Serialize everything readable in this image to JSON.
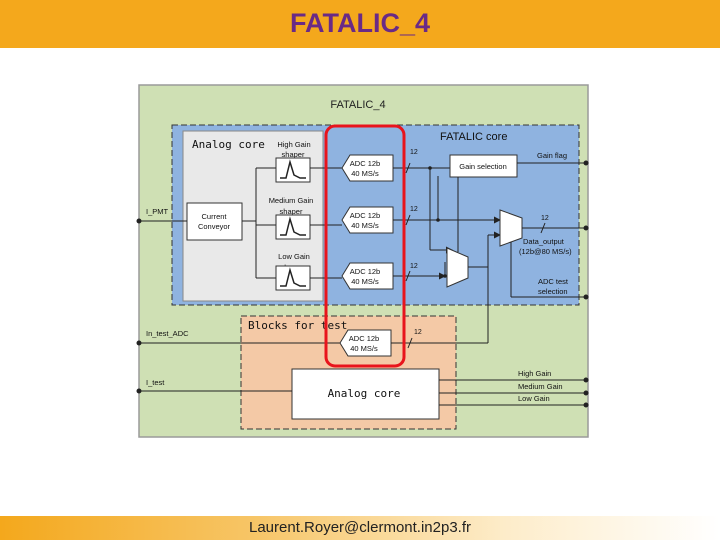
{
  "slide": {
    "title": "FATALIC_4",
    "footer": "Laurent.Royer@clermont.in2p3.fr"
  },
  "diagram": {
    "chip_title": "FATALIC_4",
    "fatalic_core_label": "FATALIC core",
    "analog_core_label": "Analog core",
    "blocks_for_test_label": "Blocks for test",
    "shapers": [
      {
        "gain": "High Gain",
        "label": "shaper"
      },
      {
        "gain": "Medium Gain",
        "label": "shaper"
      },
      {
        "gain": "Low Gain",
        "label": "shaper"
      }
    ],
    "adc_line1": "ADC 12b",
    "adc_line2": "40 MS/s",
    "bus_width": "12",
    "current_conveyor_line1": "Current",
    "current_conveyor_line2": "Conveyor",
    "gain_selection": "Gain selection",
    "gain_flag": "Gain flag",
    "data_output_line1": "Data_output",
    "data_output_line2": "(12b@80 MS/s)",
    "adc_test_line1": "ADC test",
    "adc_test_line2": "selection",
    "inputs": {
      "i_pmt": "I_PMT",
      "in_test_adc": "In_test_ADC",
      "i_test": "I_test"
    },
    "test_analog_core": "Analog core",
    "test_outputs": [
      "High Gain",
      "Medium Gain",
      "Low Gain"
    ],
    "highlight_color": "#e8141c"
  }
}
